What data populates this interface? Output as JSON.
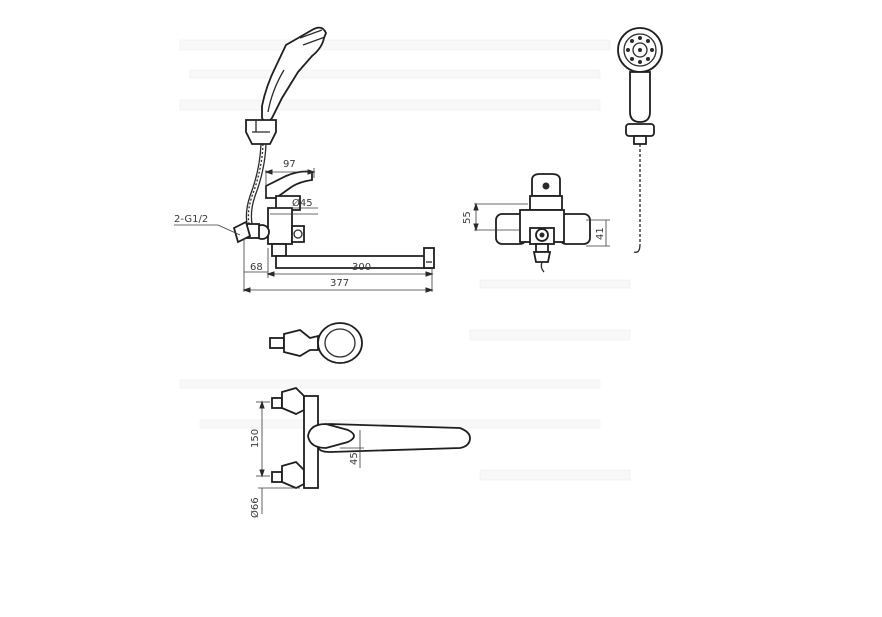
{
  "dimensions": {
    "handle_reach": "97",
    "body_dia": "Ø45",
    "thread": "2-G1/2",
    "eccentric": "68",
    "spout_reach": "300",
    "overall_length": "377",
    "wall_height": "55",
    "outlet_offset": "41",
    "connection_spacing": "150",
    "spout_height": "45",
    "flange_dia": "Ø66"
  }
}
